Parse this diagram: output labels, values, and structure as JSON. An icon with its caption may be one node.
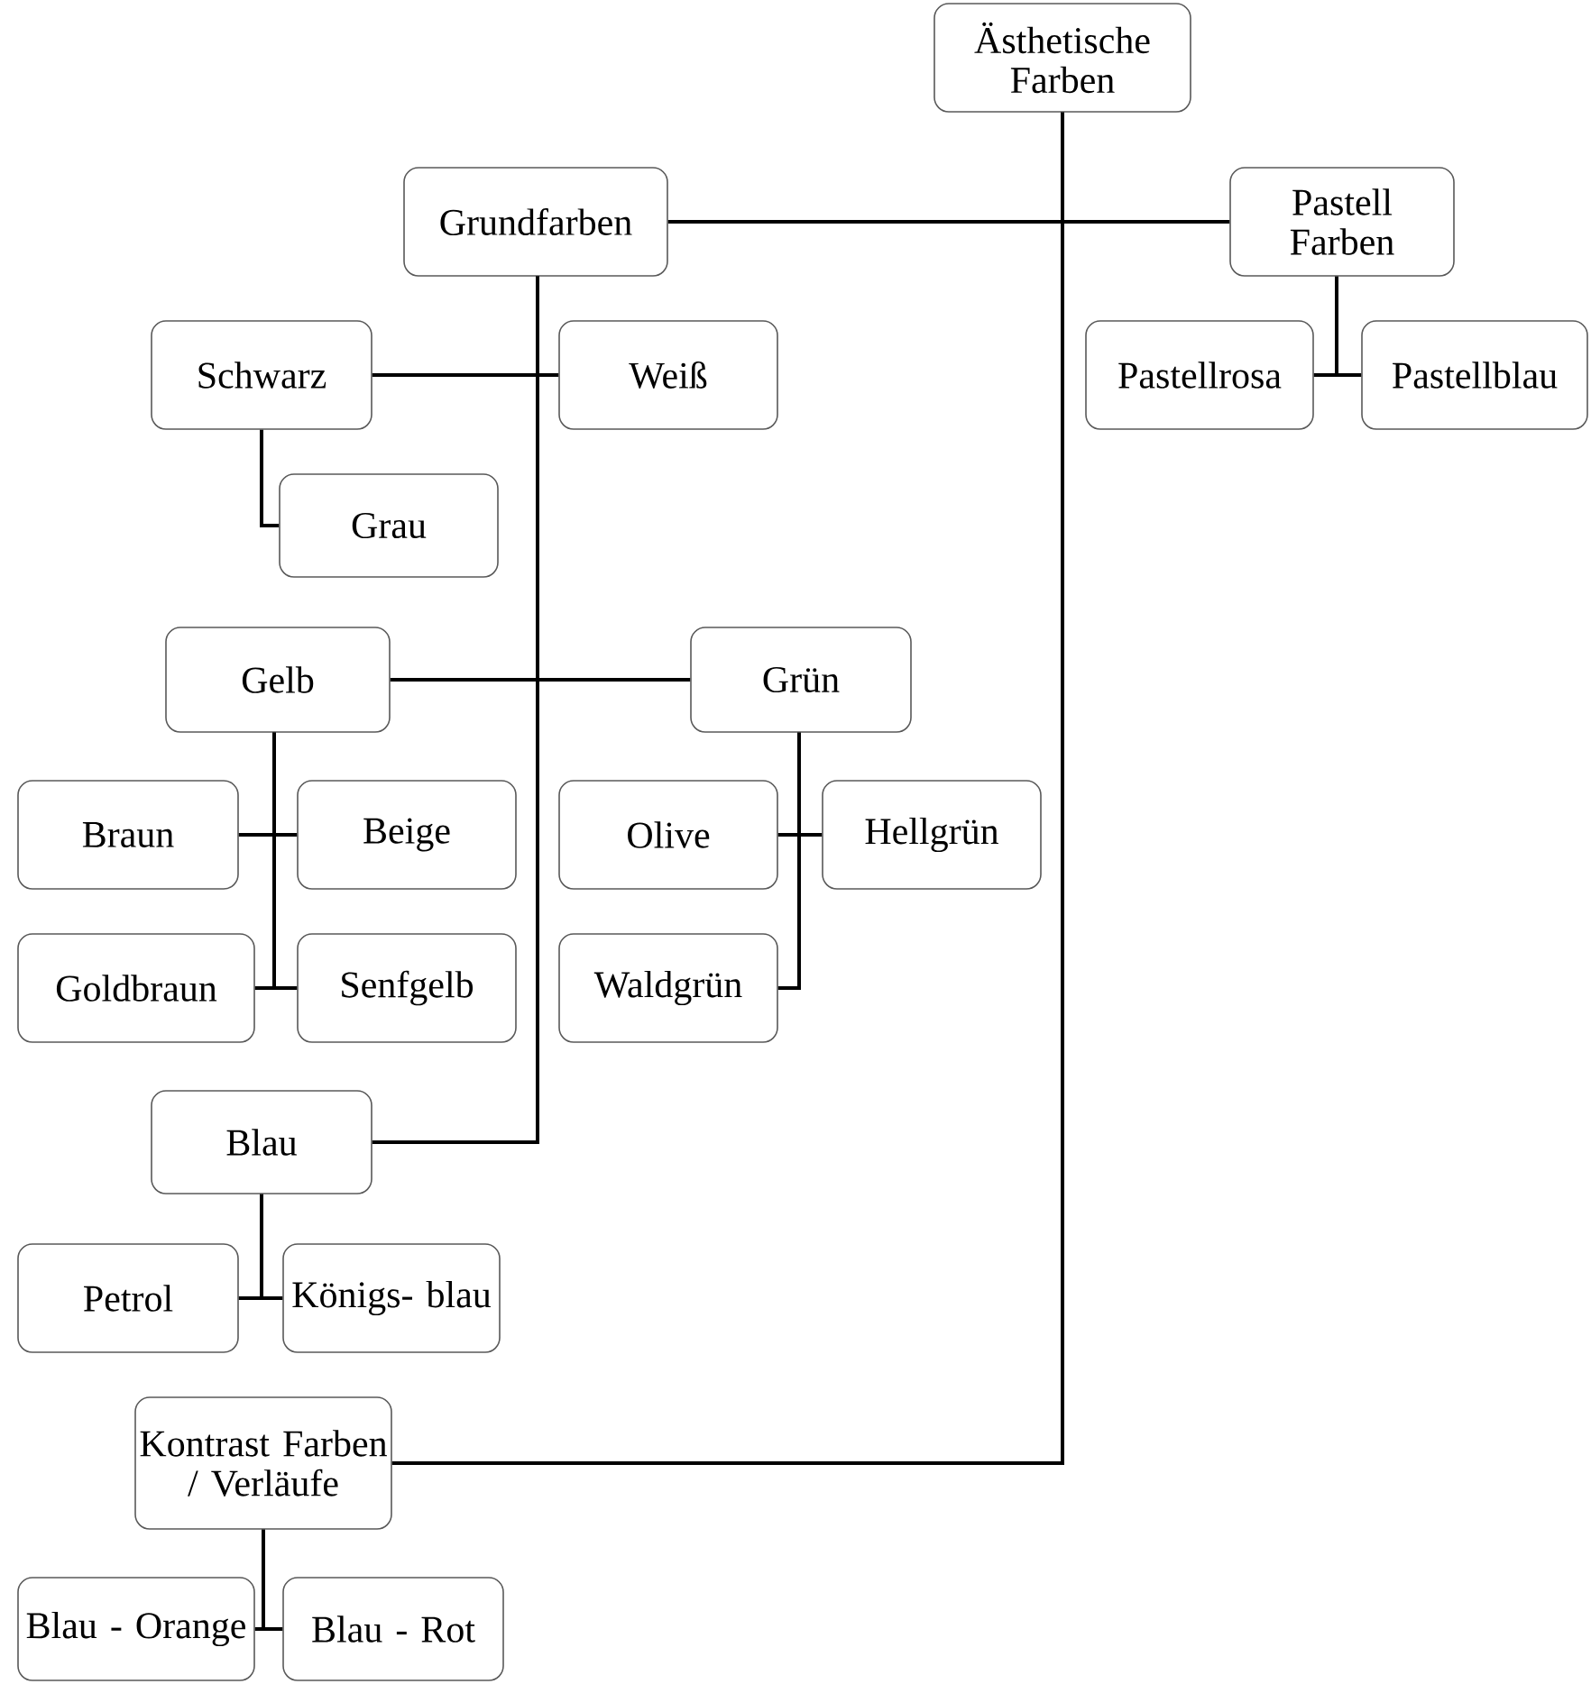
{
  "diagram": {
    "nodes": [
      {
        "text": [
          "Ästhetische Farben"
        ]
      },
      {
        "text": [
          "Grundfarben"
        ]
      },
      {
        "text": [
          "Pastell Farben"
        ]
      },
      {
        "text": [
          "Pastellrosa"
        ]
      },
      {
        "text": [
          "Pastellblau"
        ]
      },
      {
        "text": [
          "Schwarz"
        ]
      },
      {
        "text": [
          "Weiß"
        ]
      },
      {
        "text": [
          "Grau"
        ]
      },
      {
        "text": [
          "Gelb"
        ]
      },
      {
        "text": [
          "Grün"
        ]
      },
      {
        "text": [
          "Braun"
        ]
      },
      {
        "text": [
          "Beige"
        ]
      },
      {
        "text": [
          "Olive"
        ]
      },
      {
        "text": [
          "Hellgrün"
        ]
      },
      {
        "text": [
          "Goldbraun"
        ]
      },
      {
        "text": [
          "Senfgelb"
        ]
      },
      {
        "text": [
          "Waldgrün"
        ]
      },
      {
        "text": [
          "Blau"
        ]
      },
      {
        "text": [
          "Petrol"
        ]
      },
      {
        "text": [
          "Königs- blau"
        ]
      },
      {
        "text": [
          "Kontrast Farben / Verläufe"
        ]
      },
      {
        "text": [
          "Blau - Orange"
        ]
      },
      {
        "text": [
          "Blau - Rot"
        ]
      }
    ],
    "edges": [
      {
        "from": 0,
        "to": 1,
        "arrow": "none"
      },
      {
        "from": 0,
        "to": 2,
        "arrow": "none"
      },
      {
        "from": 0,
        "to": 20,
        "arrow": "none"
      },
      {
        "from": 2,
        "to": 3,
        "arrow": "none"
      },
      {
        "from": 2,
        "to": 4,
        "arrow": "none"
      },
      {
        "from": 1,
        "to": 5,
        "arrow": "none"
      },
      {
        "from": 1,
        "to": 6,
        "arrow": "none"
      },
      {
        "from": 5,
        "to": 7,
        "arrow": "none"
      },
      {
        "from": 1,
        "to": 8,
        "arrow": "none"
      },
      {
        "from": 1,
        "to": 9,
        "arrow": "none"
      },
      {
        "from": 8,
        "to": 10,
        "arrow": "none"
      },
      {
        "from": 8,
        "to": 11,
        "arrow": "none"
      },
      {
        "from": 9,
        "to": 12,
        "arrow": "none"
      },
      {
        "from": 9,
        "to": 13,
        "arrow": "none"
      },
      {
        "from": 8,
        "to": 14,
        "arrow": "none"
      },
      {
        "from": 8,
        "to": 15,
        "arrow": "none"
      },
      {
        "from": 9,
        "to": 16,
        "arrow": "none"
      },
      {
        "from": 1,
        "to": 17,
        "arrow": "none"
      },
      {
        "from": 17,
        "to": 18,
        "arrow": "none"
      },
      {
        "from": 17,
        "to": 19,
        "arrow": "none"
      },
      {
        "from": 20,
        "to": 21,
        "arrow": "none"
      },
      {
        "from": 20,
        "to": 22,
        "arrow": "none"
      }
    ]
  }
}
